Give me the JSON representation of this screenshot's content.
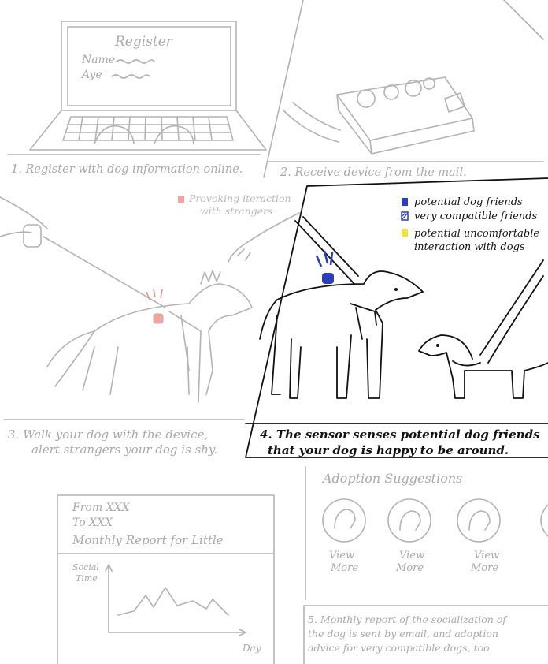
{
  "panel1": {
    "screen_title": "Register",
    "field_name": "Name",
    "field_age": "Aye",
    "caption": "1. Register with dog information online."
  },
  "panel2": {
    "caption": "2. Receive device from the mail."
  },
  "panel3": {
    "legend_label": "Provoking iteraction with strangers",
    "legend_line1": "Provoking iteraction",
    "legend_line2": "with strangers",
    "legend_color": "#f4a3a3",
    "caption_line1": "3. Walk your dog with the device,",
    "caption_line2": "alert strangers your dog is shy."
  },
  "panel4": {
    "legend": [
      {
        "label": "potential dog friends",
        "color": "#2b3fb8",
        "pattern": "solid"
      },
      {
        "label": "very compatible friends",
        "color": "#2b3fb8",
        "pattern": "hatched"
      },
      {
        "label": "potential uncomfortable interaction with dogs",
        "line1": "potential uncomfortable",
        "line2": "interaction with dogs",
        "color": "#f2e24a",
        "pattern": "solid"
      }
    ],
    "caption_line1": "4. The sensor senses potential dog friends",
    "caption_line2": "that your dog is happy to be around."
  },
  "panel5": {
    "email_from": "From XXX",
    "email_to": "To XXX",
    "email_subject": "Monthly Report for Little",
    "chart_ylabel_line1": "Social",
    "chart_ylabel_line2": "Time",
    "chart_xlabel": "Day",
    "adoption_title": "Adoption Suggestions",
    "view_more_1": "View More",
    "view_more_2": "View More",
    "view_more_3": "View More",
    "view_word": "View",
    "more_word": "More",
    "caption_line1": "5. Monthly report of the socialization of",
    "caption_line2": "the dog is sent by email, and adoption",
    "caption_line3": "advice for very compatible dogs, too."
  },
  "colors": {
    "faint_line": "#b3b3b3",
    "ink": "#111111",
    "sensor_blue": "#2b3fb8",
    "sensor_red": "#f4a3a3"
  }
}
